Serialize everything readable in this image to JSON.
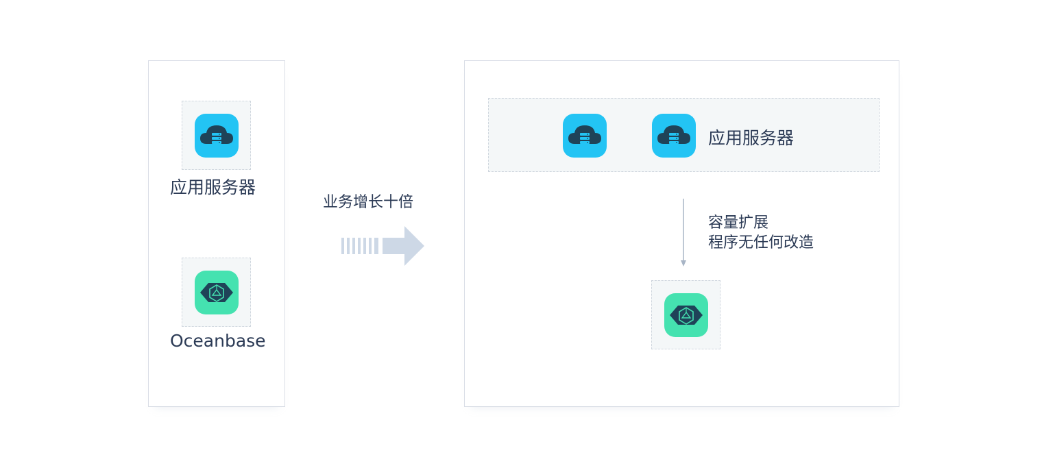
{
  "left_panel": {
    "app_server_label": "应用服务器",
    "db_label": "Oceanbase"
  },
  "transition": {
    "label": "业务增长十倍"
  },
  "right_panel": {
    "app_server_label": "应用服务器",
    "scale_note_line1": "容量扩展",
    "scale_note_line2": "程序无任何改造"
  },
  "colors": {
    "cloud_tile": "#23c4f4",
    "db_tile": "#45e2b0",
    "arrow": "#cdd8e6",
    "icon_glyph": "#1f4358"
  },
  "icons": {
    "app_server": "cloud-server-icon",
    "database": "hexagon-database-icon",
    "growth": "right-arrow-icon"
  }
}
